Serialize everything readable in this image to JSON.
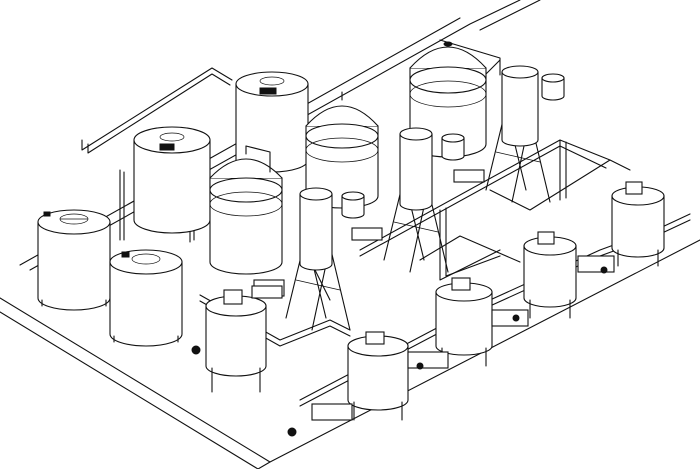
{
  "drawing": {
    "style": "isometric line drawing",
    "line_color": "#111111",
    "background": "#ffffff",
    "items": [
      {
        "kind": "storage-tank",
        "id": "tank-front-left"
      },
      {
        "kind": "storage-tank",
        "id": "tank-front-mid"
      },
      {
        "kind": "storage-tank",
        "id": "tank-back-left"
      },
      {
        "kind": "storage-tank",
        "id": "tank-back-mid"
      },
      {
        "kind": "jacketed-reactor",
        "id": "reactor-center"
      },
      {
        "kind": "jacketed-reactor",
        "id": "reactor-back"
      },
      {
        "kind": "jacketed-reactor",
        "id": "reactor-back-right"
      },
      {
        "kind": "condenser-frame",
        "id": "condenser-1"
      },
      {
        "kind": "condenser-frame",
        "id": "condenser-2"
      },
      {
        "kind": "condenser-frame",
        "id": "condenser-3"
      },
      {
        "kind": "mixing-tank",
        "id": "mixer-1"
      },
      {
        "kind": "mixing-tank",
        "id": "mixer-2"
      },
      {
        "kind": "mixing-tank",
        "id": "mixer-3"
      },
      {
        "kind": "mixing-tank",
        "id": "mixer-4"
      },
      {
        "kind": "mixing-tank",
        "id": "mixer-5"
      }
    ]
  }
}
